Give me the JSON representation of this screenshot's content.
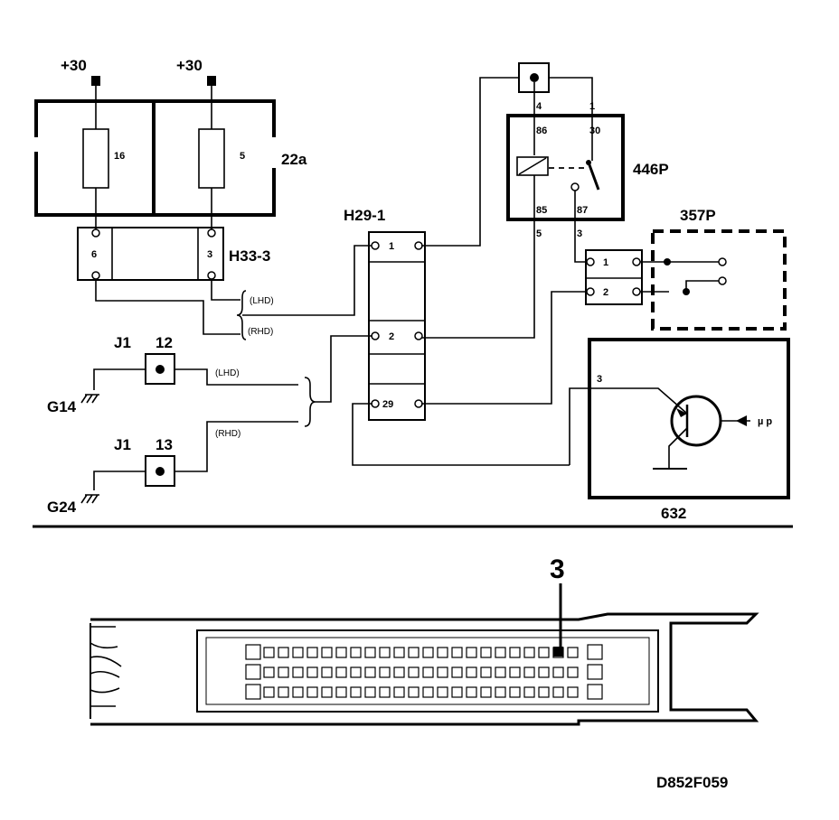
{
  "fuse_box": {
    "label": "22a",
    "supplies": [
      "+30",
      "+30"
    ],
    "fuses": [
      "16",
      "5"
    ]
  },
  "connector_h33": {
    "label": "H33-3",
    "pins": [
      "6",
      "3"
    ]
  },
  "connector_h29": {
    "label": "H29-1",
    "pins": [
      "1",
      "2",
      "29"
    ]
  },
  "relay": {
    "label": "446P",
    "terminals": [
      "86",
      "30",
      "85",
      "87"
    ],
    "wire_numbers": [
      "4",
      "1",
      "5",
      "3"
    ]
  },
  "switch_357": {
    "label": "357P",
    "pins": [
      "1",
      "2"
    ]
  },
  "control_module": {
    "label": "632",
    "pin": "3",
    "input": "µ p"
  },
  "grounds": [
    {
      "junction": "J1",
      "junction_pin": "12",
      "ground": "G14",
      "variant": "(LHD)"
    },
    {
      "junction": "J1",
      "junction_pin": "13",
      "ground": "G24",
      "variant": "(RHD)"
    }
  ],
  "h33_variants": [
    "(LHD)",
    "(RHD)"
  ],
  "connector_view": {
    "callout": "3"
  },
  "figure_code": "D852F059"
}
